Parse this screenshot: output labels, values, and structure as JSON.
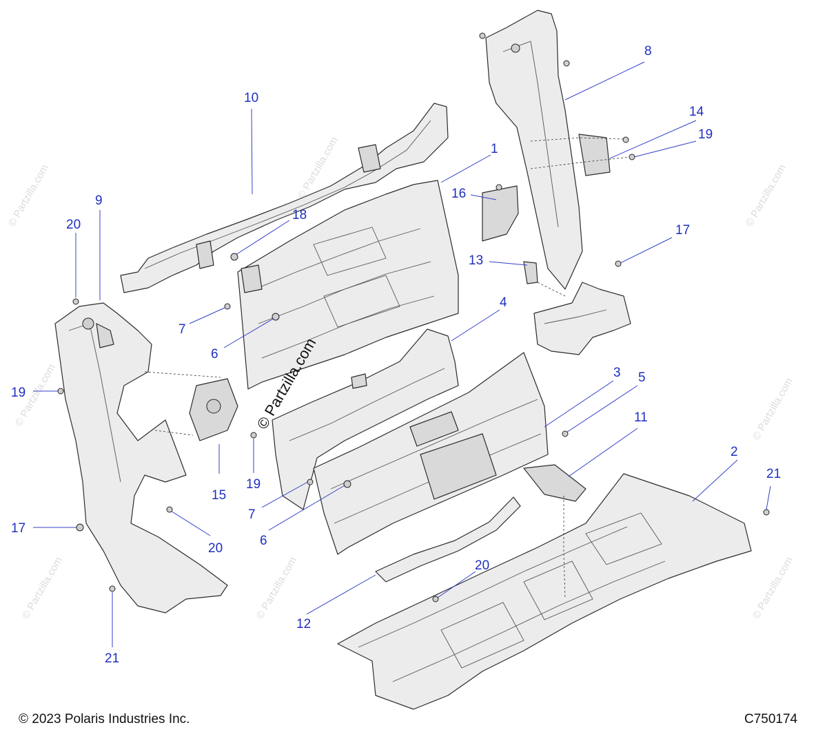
{
  "diagram": {
    "callouts": [
      {
        "id": "c1",
        "label": "1"
      },
      {
        "id": "c2",
        "label": "2"
      },
      {
        "id": "c3",
        "label": "3"
      },
      {
        "id": "c4",
        "label": "4"
      },
      {
        "id": "c5",
        "label": "5"
      },
      {
        "id": "c6a",
        "label": "6"
      },
      {
        "id": "c6b",
        "label": "6"
      },
      {
        "id": "c7a",
        "label": "7"
      },
      {
        "id": "c7b",
        "label": "7"
      },
      {
        "id": "c8",
        "label": "8"
      },
      {
        "id": "c9",
        "label": "9"
      },
      {
        "id": "c10",
        "label": "10"
      },
      {
        "id": "c11",
        "label": "11"
      },
      {
        "id": "c12",
        "label": "12"
      },
      {
        "id": "c13",
        "label": "13"
      },
      {
        "id": "c14",
        "label": "14"
      },
      {
        "id": "c15",
        "label": "15"
      },
      {
        "id": "c16",
        "label": "16"
      },
      {
        "id": "c17a",
        "label": "17"
      },
      {
        "id": "c17b",
        "label": "17"
      },
      {
        "id": "c18",
        "label": "18"
      },
      {
        "id": "c19a",
        "label": "19"
      },
      {
        "id": "c19b",
        "label": "19"
      },
      {
        "id": "c19c",
        "label": "19"
      },
      {
        "id": "c20a",
        "label": "20"
      },
      {
        "id": "c20b",
        "label": "20"
      },
      {
        "id": "c20c",
        "label": "20"
      },
      {
        "id": "c21a",
        "label": "21"
      },
      {
        "id": "c21b",
        "label": "21"
      }
    ],
    "watermark_center": "© Partzilla.com",
    "watermark_tile": "© Partzilla.com"
  },
  "footer": {
    "copyright": "© 2023 Polaris Industries Inc.",
    "code": "C750174"
  },
  "colors": {
    "callout": "#1f2fbf",
    "leader": "#3340c8",
    "part_fill": "#ececec",
    "outline": "#2b2b2b"
  }
}
